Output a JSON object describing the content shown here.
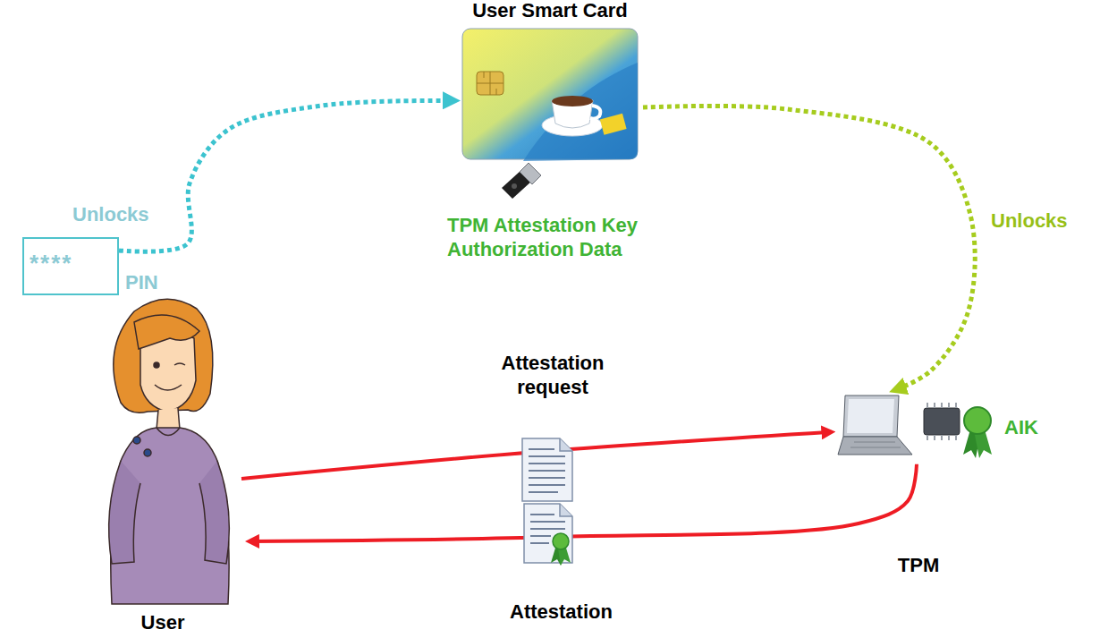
{
  "diagram": {
    "nodes": [
      {
        "text": [
          "User Smart Card",
          "TPM Attestation Key Authorization Data"
        ]
      },
      {
        "text": [
          "****",
          "PIN"
        ]
      },
      {
        "text": [
          "User"
        ]
      },
      {
        "text": [
          "AIK",
          "TPM"
        ]
      }
    ],
    "edges": [
      {
        "from": 1,
        "to": 0,
        "label": "Unlocks",
        "arrow": "to"
      },
      {
        "from": 0,
        "to": 3,
        "label": "Unlocks",
        "arrow": "to"
      },
      {
        "from": 2,
        "to": 3,
        "label": "Attestation request",
        "arrow": "to"
      },
      {
        "from": 3,
        "to": 2,
        "label": "Attestation",
        "arrow": "to"
      }
    ]
  }
}
